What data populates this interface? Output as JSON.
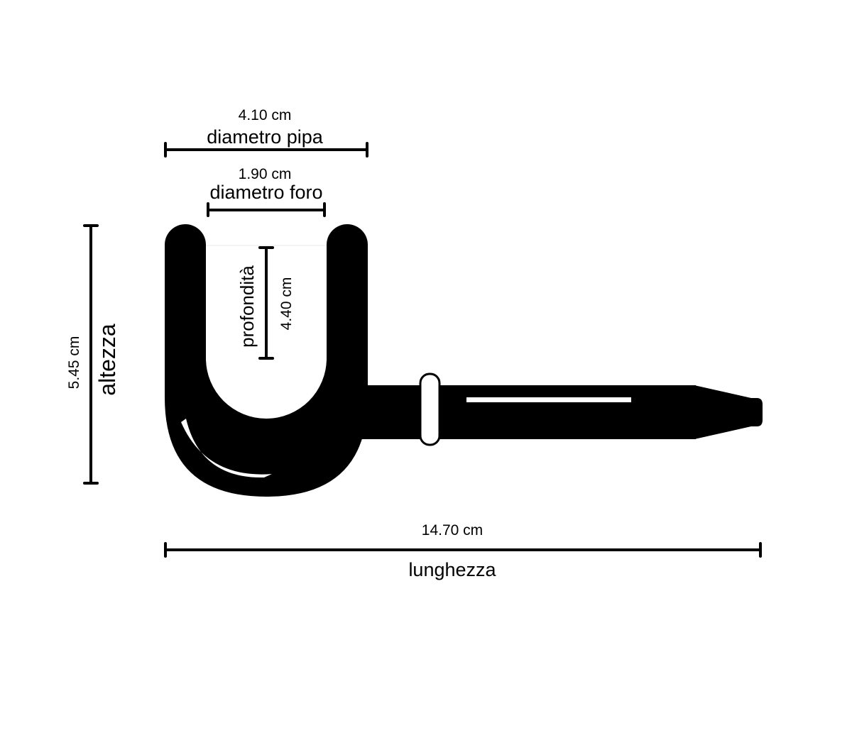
{
  "diagram": {
    "subject": "pipe dimensions",
    "colors": {
      "ink": "#000000",
      "background": "#ffffff"
    },
    "dimensions": {
      "bowl_diameter": {
        "label": "diametro pipa",
        "value": "4.10 cm"
      },
      "bore_diameter": {
        "label": "diametro foro",
        "value": "1.90 cm"
      },
      "depth": {
        "label": "profondità",
        "value": "4.40 cm"
      },
      "height": {
        "label": "altezza",
        "value": "5.45 cm"
      },
      "length": {
        "label": "lunghezza",
        "value": "14.70 cm"
      }
    }
  }
}
